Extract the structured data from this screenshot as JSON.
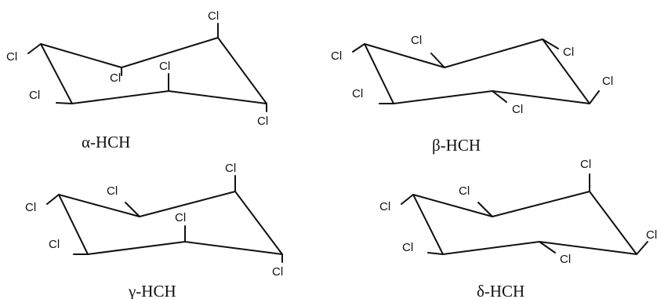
{
  "atom_label": "Cl",
  "isomers": [
    {
      "name": "α-HCH"
    },
    {
      "name": "β-HCH"
    },
    {
      "name": "γ-HCH"
    },
    {
      "name": "δ-HCH"
    }
  ]
}
